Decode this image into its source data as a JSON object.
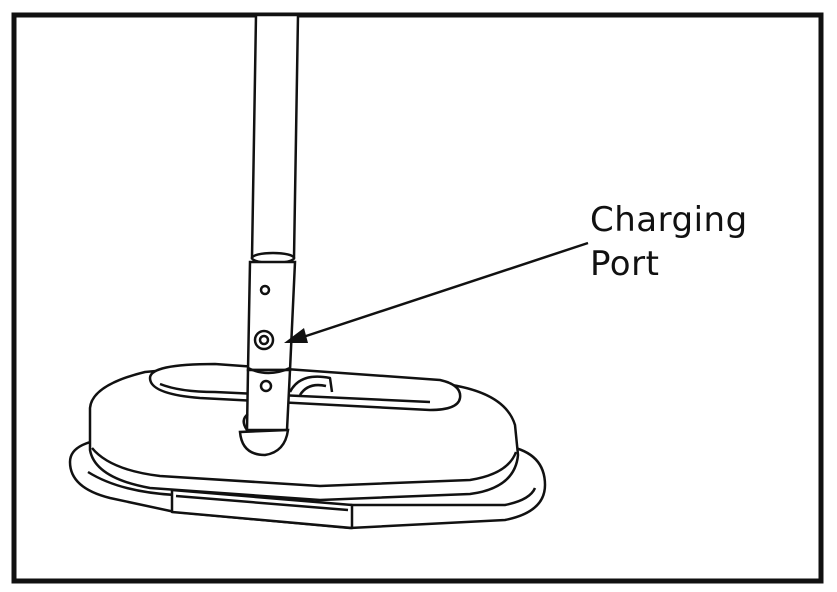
{
  "diagram": {
    "callout": {
      "line1": "Charging",
      "line2": "Port"
    },
    "colors": {
      "ink": "#111111",
      "background": "#ffffff"
    },
    "icons": [
      "spin-mop-drawing",
      "charging-port-icon",
      "arrow-icon"
    ]
  }
}
